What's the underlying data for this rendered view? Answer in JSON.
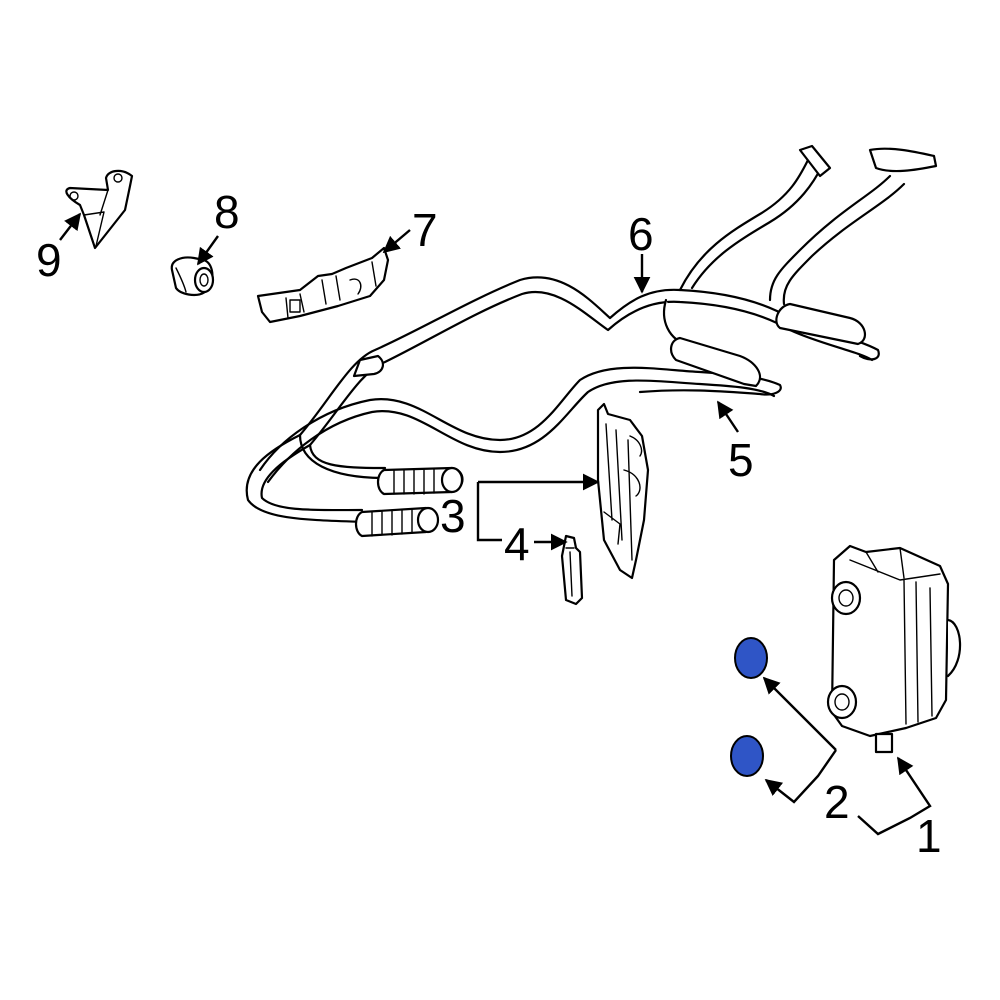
{
  "callouts": {
    "c1": "1",
    "c2": "2",
    "c3": "3",
    "c4": "4",
    "c5": "5",
    "c6": "6",
    "c7": "7",
    "c8": "8",
    "c9": "9"
  },
  "colors": {
    "highlight": "#2f55c6",
    "ink": "#000000",
    "background": "#ffffff"
  }
}
